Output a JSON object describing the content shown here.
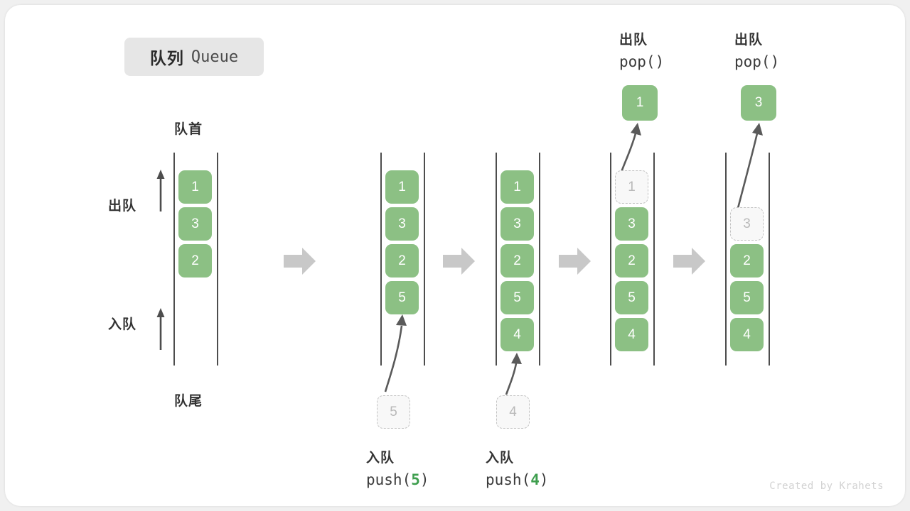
{
  "title": {
    "cn": "队列",
    "en": "Queue"
  },
  "labels": {
    "front": "队首",
    "rear": "队尾",
    "dequeue": "出队",
    "enqueue": "入队"
  },
  "watermark": "Created by Krahets",
  "colors": {
    "cell_fill": "#8cc084",
    "cell_text": "#ffffff",
    "ghost_fill": "#f8f8f8",
    "ghost_border": "#c2c2c2",
    "ghost_text": "#b9b9b9",
    "rail": "#4d4d4d",
    "accent_green": "#3e9e4e",
    "step_arrow": "#c8c8c8",
    "badge_bg": "#e6e6e6",
    "canvas": "#ffffff"
  },
  "columns": [
    {
      "id": "initial",
      "caption_cn": "",
      "caption_code": "",
      "cells": [
        "1",
        "3",
        "2"
      ],
      "ghost_slot": null,
      "incoming": null,
      "popped": null
    },
    {
      "id": "after-push-5",
      "caption_cn": "入队",
      "caption_code_prefix": "push(",
      "caption_code_value": "5",
      "caption_code_suffix": ")",
      "cells": [
        "1",
        "3",
        "2",
        "5"
      ],
      "incoming": "5",
      "popped": null
    },
    {
      "id": "after-push-4",
      "caption_cn": "入队",
      "caption_code_prefix": "push(",
      "caption_code_value": "4",
      "caption_code_suffix": ")",
      "cells": [
        "1",
        "3",
        "2",
        "5",
        "4"
      ],
      "incoming": "4",
      "popped": null
    },
    {
      "id": "after-pop-1",
      "caption_cn": "出队",
      "caption_code_prefix": "pop(",
      "caption_code_value": "",
      "caption_code_suffix": ")",
      "cells": [
        "1",
        "3",
        "2",
        "5",
        "4"
      ],
      "ghost_index": 0,
      "popped": "1"
    },
    {
      "id": "after-pop-3",
      "caption_cn": "出队",
      "caption_code_prefix": "pop(",
      "caption_code_value": "",
      "caption_code_suffix": ")",
      "cells": [
        "",
        "3",
        "2",
        "5",
        "4"
      ],
      "ghost_index": 1,
      "popped": "3"
    }
  ]
}
